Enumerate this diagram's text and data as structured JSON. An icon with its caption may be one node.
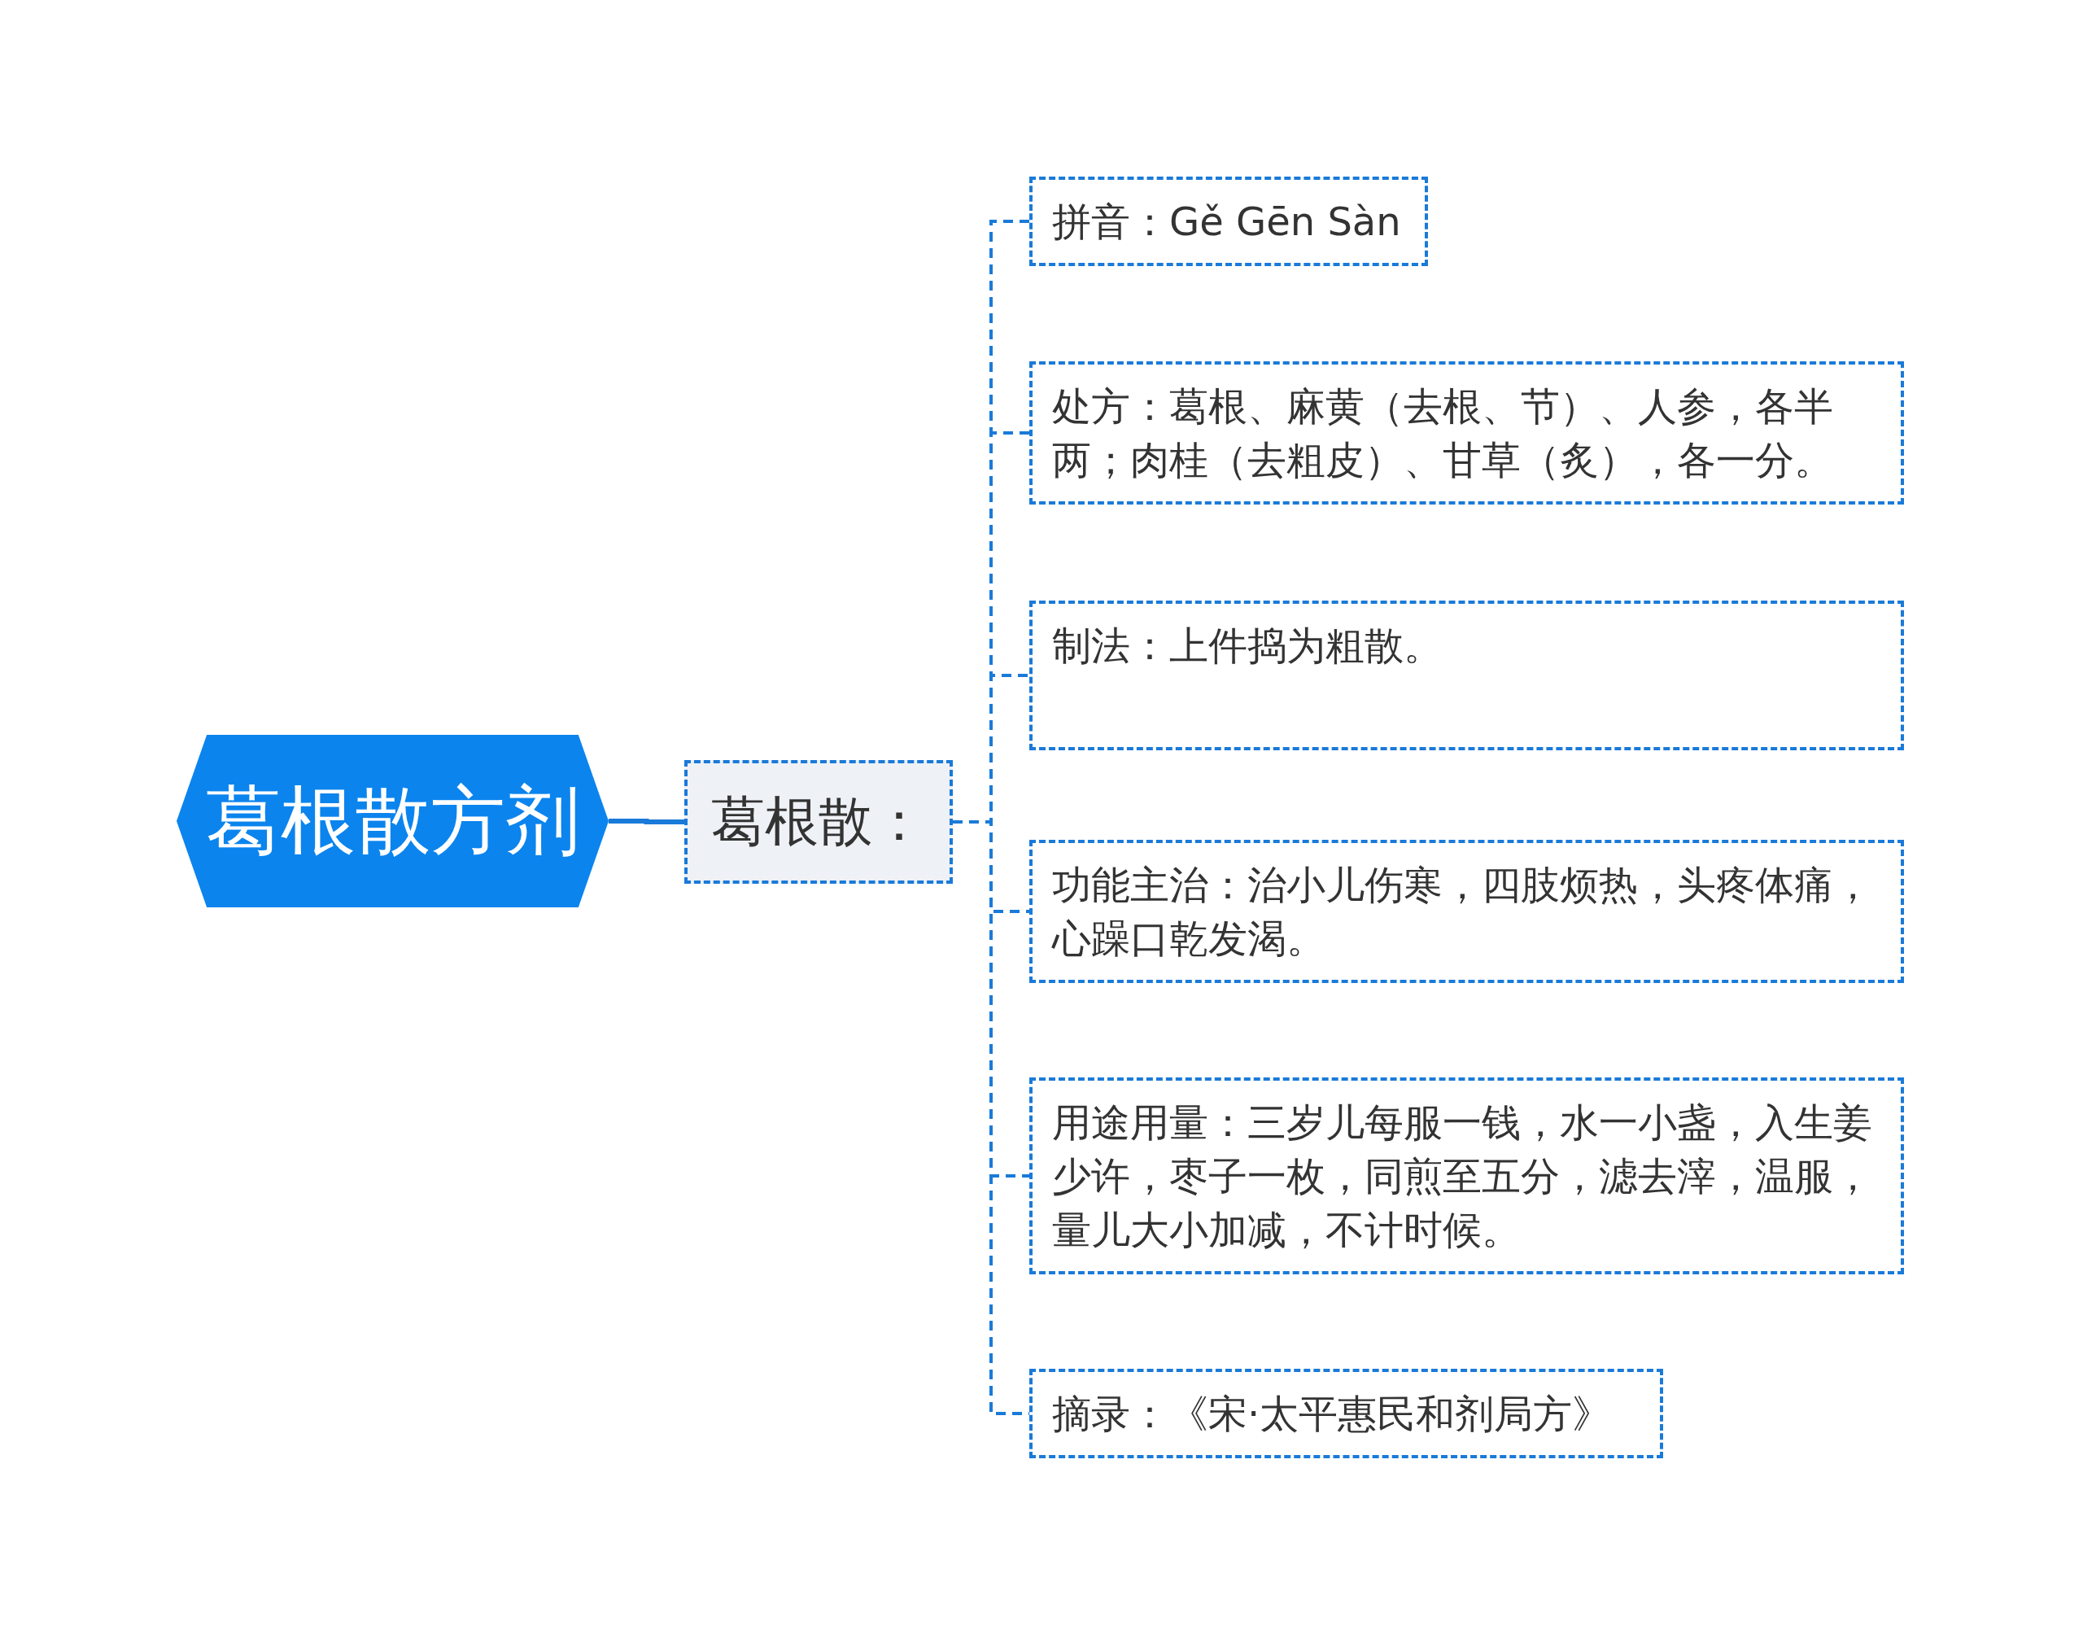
{
  "diagram": {
    "nodes": [
      {
        "text": [
          "葛根散方剂"
        ]
      },
      {
        "text": [
          "葛根散："
        ]
      },
      {
        "text": [
          "拼音：Gě Gēn Sàn"
        ]
      },
      {
        "text": [
          "处方：葛根、麻黄（去根、节）、人参，各半两；肉桂（去粗皮）、甘草（炙），各一分。"
        ]
      },
      {
        "text": [
          "制法：上件捣为粗散。"
        ]
      },
      {
        "text": [
          "功能主治：治小儿伤寒，四肢烦热，头疼体痛，心躁口乾发渴。"
        ]
      },
      {
        "text": [
          "用途用量：三岁儿每服一钱，水一小盏，入生姜少许，枣子一枚，同煎至五分，滤去滓，温服，量儿大小加减，不计时候。"
        ]
      },
      {
        "text": [
          "摘录：《宋·太平惠民和剂局方》"
        ]
      }
    ],
    "edges": [
      {
        "from": 0,
        "to": 1,
        "arrow": "none"
      },
      {
        "from": 1,
        "to": 2,
        "arrow": "none",
        "style": "dashed"
      },
      {
        "from": 1,
        "to": 3,
        "arrow": "none",
        "style": "dashed"
      },
      {
        "from": 1,
        "to": 4,
        "arrow": "none",
        "style": "dashed"
      },
      {
        "from": 1,
        "to": 5,
        "arrow": "none",
        "style": "dashed"
      },
      {
        "from": 1,
        "to": 6,
        "arrow": "none",
        "style": "dashed"
      },
      {
        "from": 1,
        "to": 7,
        "arrow": "none",
        "style": "dashed"
      }
    ]
  }
}
